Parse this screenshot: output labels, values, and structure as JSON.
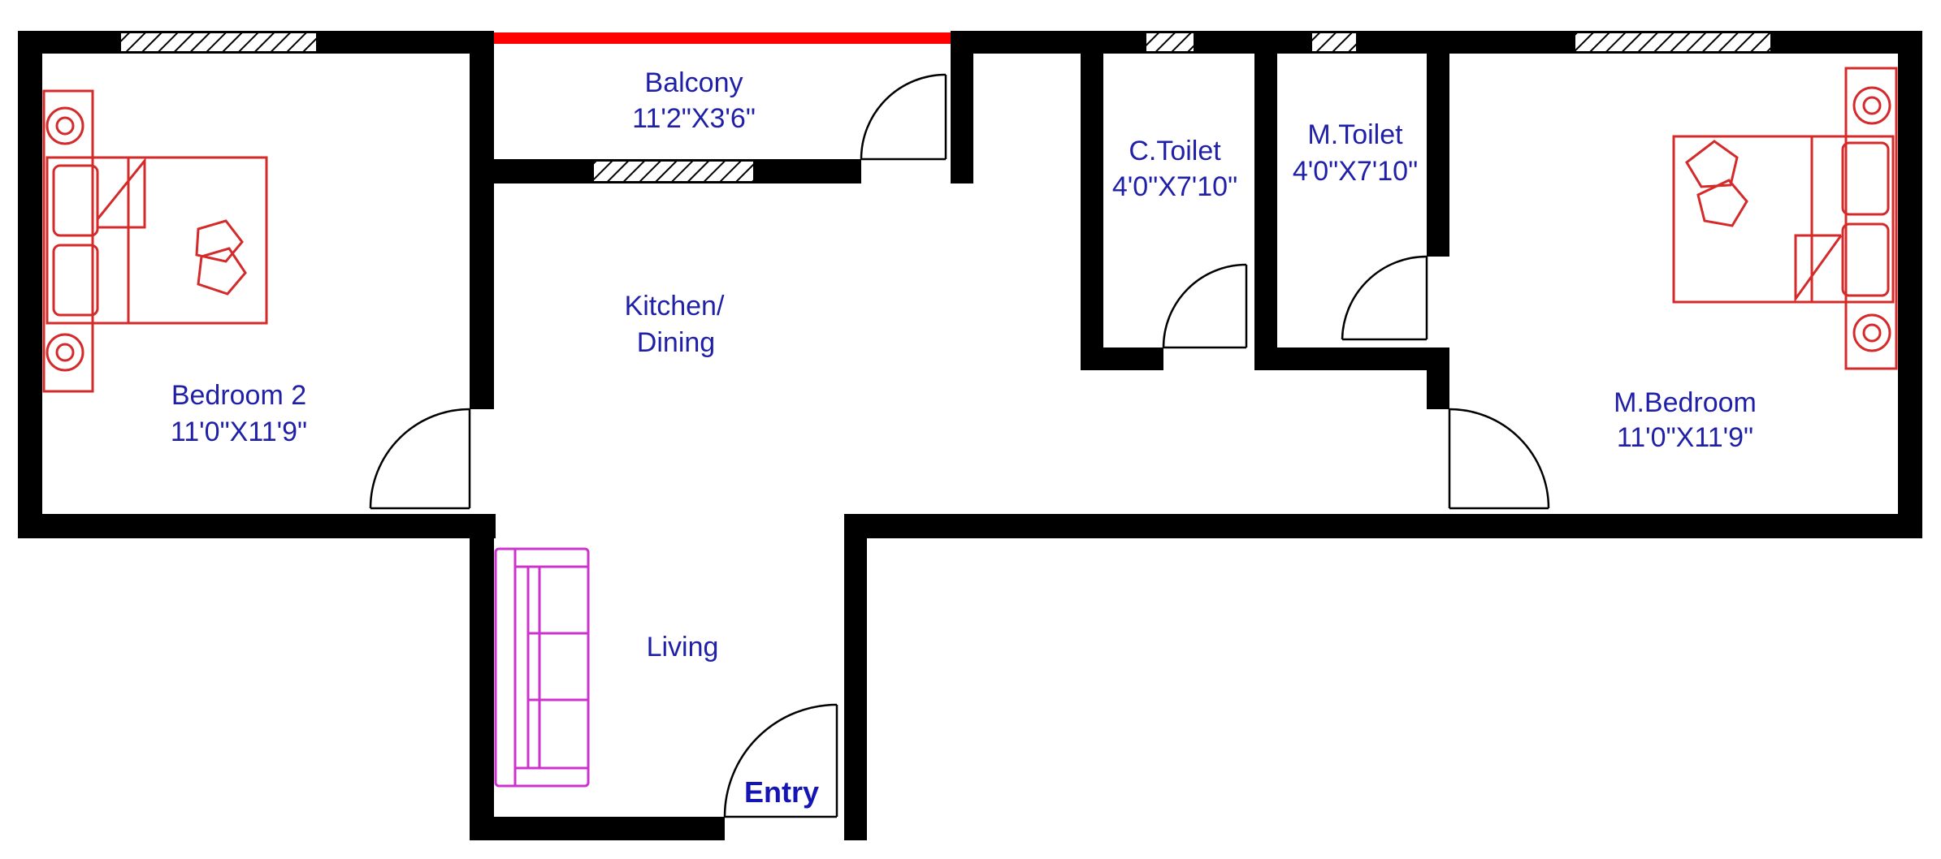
{
  "rooms": {
    "balcony": {
      "name": "Balcony",
      "size": "11'2\"X3'6\""
    },
    "bedroom2": {
      "name": "Bedroom 2",
      "size": "11'0\"X11'9\""
    },
    "kitchen": {
      "name_line1": "Kitchen/",
      "name_line2": "Dining"
    },
    "c_toilet": {
      "name": "C.Toilet",
      "size": "4'0\"X7'10\""
    },
    "m_toilet": {
      "name": "M.Toilet",
      "size": "4'0\"X7'10\""
    },
    "m_bedroom": {
      "name": "M.Bedroom",
      "size": "11'0\"X11'9\""
    },
    "living": {
      "name": "Living"
    }
  },
  "entry_label": "Entry",
  "colors": {
    "walls": "#000000",
    "text": "#1f1fa8",
    "beds": "#d42a2a",
    "sofa": "#cc33cc",
    "balcony_railing": "#ff0000"
  },
  "icons": [
    "bed-icon",
    "sofa-icon",
    "door-swing-icon",
    "window-icon",
    "side-table-icon"
  ]
}
